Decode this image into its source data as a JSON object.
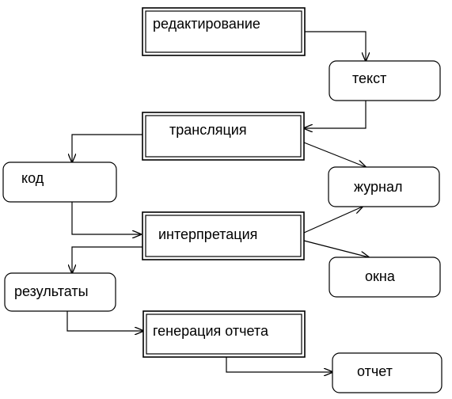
{
  "diagram": {
    "nodes": {
      "edit": {
        "label": "редактирование",
        "shape": "double-rect"
      },
      "text": {
        "label": "текст",
        "shape": "rounded-rect"
      },
      "translate": {
        "label": "трансляция",
        "shape": "double-rect"
      },
      "code": {
        "label": "код",
        "shape": "rounded-rect"
      },
      "journal": {
        "label": "журнал",
        "shape": "rounded-rect"
      },
      "interpret": {
        "label": "интерпретация",
        "shape": "double-rect"
      },
      "windows": {
        "label": "окна",
        "shape": "rounded-rect"
      },
      "results": {
        "label": "результаты",
        "shape": "rounded-rect"
      },
      "report_gen": {
        "label": "генерация отчета",
        "shape": "double-rect"
      },
      "report": {
        "label": "отчет",
        "shape": "rounded-rect"
      }
    },
    "edges": [
      {
        "from": "edit",
        "to": "text"
      },
      {
        "from": "text",
        "to": "translate"
      },
      {
        "from": "translate",
        "to": "code"
      },
      {
        "from": "translate",
        "to": "journal"
      },
      {
        "from": "code",
        "to": "interpret"
      },
      {
        "from": "interpret",
        "to": "journal"
      },
      {
        "from": "interpret",
        "to": "windows"
      },
      {
        "from": "interpret",
        "to": "results"
      },
      {
        "from": "results",
        "to": "report_gen"
      },
      {
        "from": "report_gen",
        "to": "report"
      }
    ]
  }
}
